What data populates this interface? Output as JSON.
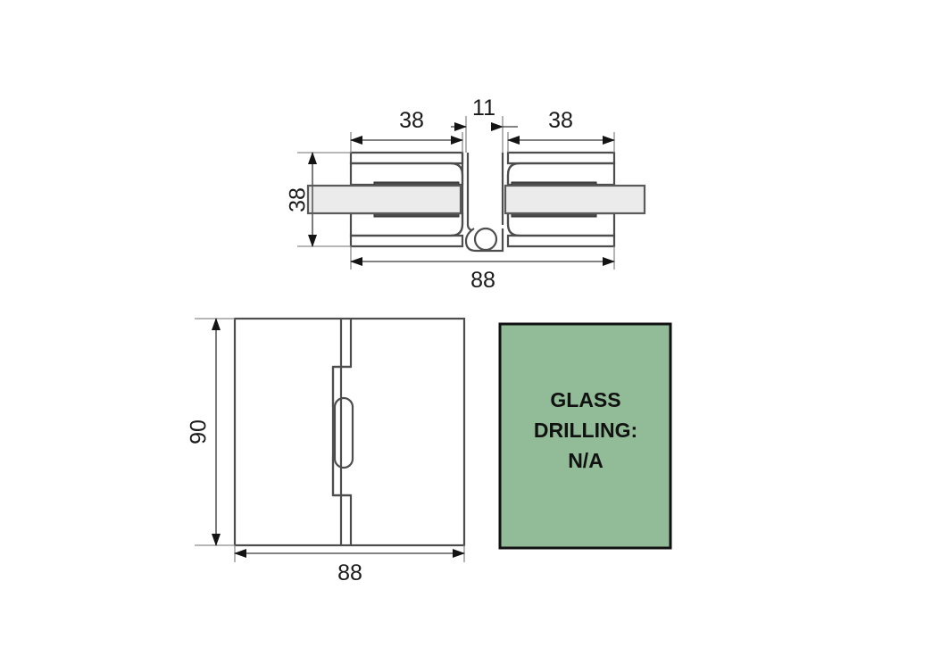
{
  "document": {
    "type": "technical-drawing",
    "subject": "glass-to-glass hinge clamp"
  },
  "top_view": {
    "name": "top-view",
    "dimensions": {
      "left_segment": "38",
      "center_gap": "11",
      "right_segment": "38",
      "height": "38",
      "overall_width": "88"
    }
  },
  "front_view": {
    "name": "front-view",
    "dimensions": {
      "height": "90",
      "width": "88"
    }
  },
  "note_panel": {
    "name": "glass-drilling-note",
    "line1": "GLASS",
    "line2": "DRILLING:",
    "line3": "N/A",
    "background_color": "#91bc97",
    "border_color": "#111111",
    "text_color": "#111111"
  },
  "colors": {
    "outline": "#4d4d4d",
    "glass_fill": "#ebebeb",
    "gasket": "#4a4a4a",
    "dimension_line": "#5a5a5a",
    "text": "#1a1a1a",
    "background": "#ffffff"
  }
}
